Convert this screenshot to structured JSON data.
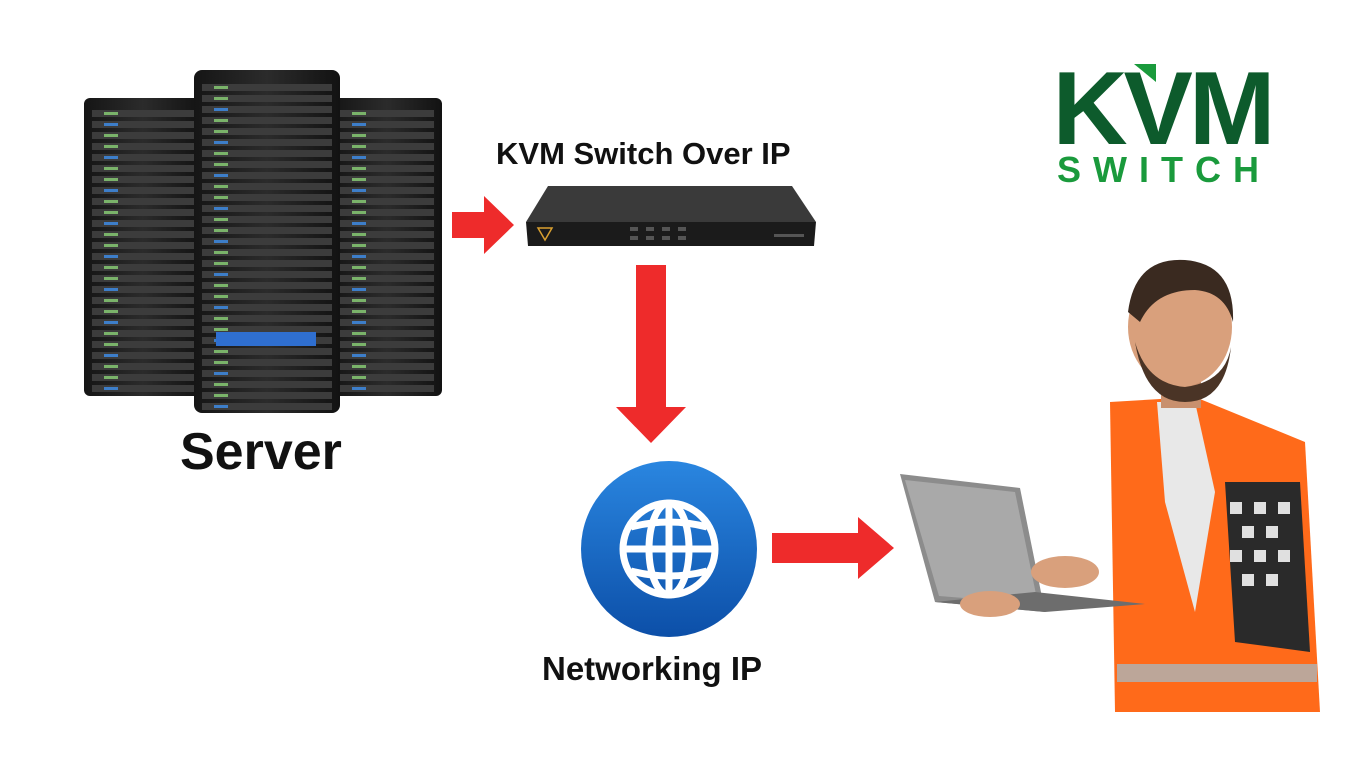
{
  "server_label": "Server",
  "kvm_label": "KVM Switch Over IP",
  "network_label": "Networking IP",
  "logo": {
    "word_top": "KVM",
    "word_bottom": "SWITCH"
  },
  "colors": {
    "arrow": "#ee2b2b",
    "logo_dark": "#0d5b2c",
    "logo_bright": "#1a9a3c",
    "globe": "#1466c8",
    "vest": "#ff6a1a",
    "shirt": "#2a2a2a"
  },
  "icons": [
    "server-rack-icon",
    "kvm-switch-device-icon",
    "globe-icon",
    "laptop-user-illustration"
  ]
}
